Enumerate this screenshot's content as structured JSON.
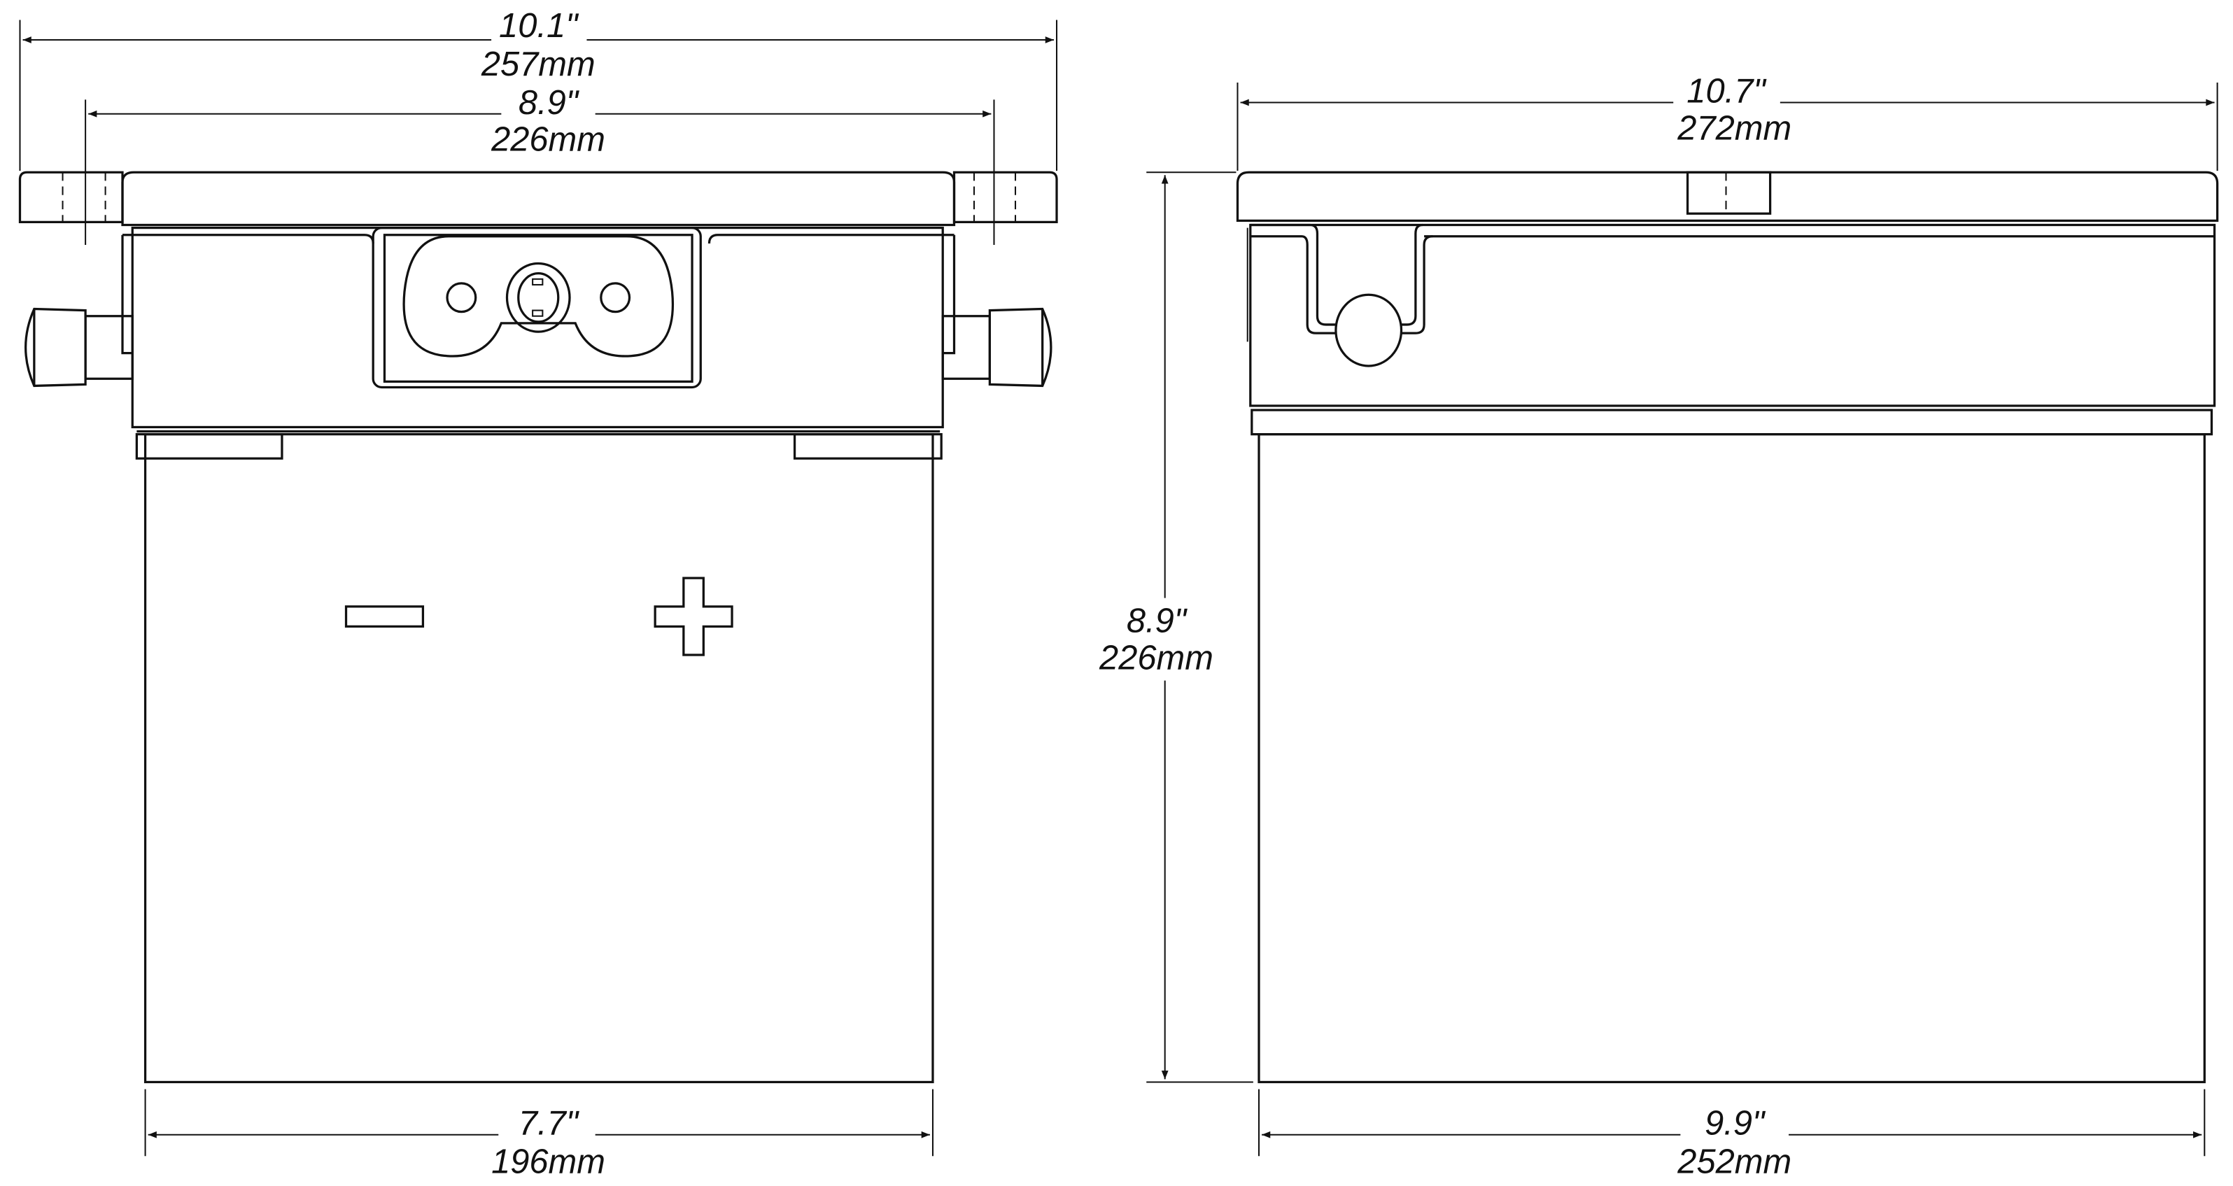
{
  "title": "Battery box dimension drawing",
  "front_view": {
    "overall_width": {
      "inches": "10.1\"",
      "mm": "257mm"
    },
    "mount_hole_spacing": {
      "inches": "8.9\"",
      "mm": "226mm"
    },
    "body_width": {
      "inches": "7.7\"",
      "mm": "196mm"
    },
    "terminal_markings": [
      "minus",
      "plus"
    ]
  },
  "height": {
    "inches": "8.9\"",
    "mm": "226mm"
  },
  "side_view": {
    "overall_length": {
      "inches": "10.7\"",
      "mm": "272mm"
    },
    "body_length": {
      "inches": "9.9\"",
      "mm": "252mm"
    }
  },
  "colors": {
    "line": "#111111",
    "background": "#ffffff"
  }
}
